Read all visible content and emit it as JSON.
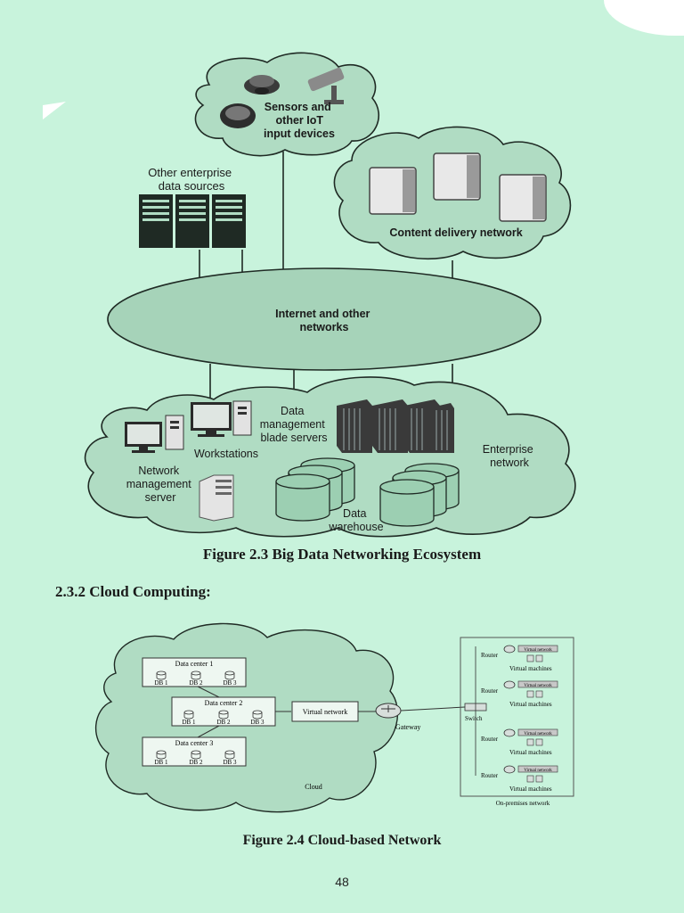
{
  "figure_1": {
    "sensors_label": [
      "Sensors and",
      "other IoT",
      "input devices"
    ],
    "enterprise_sources_label": [
      "Other enterprise",
      "data sources"
    ],
    "cdn_label": "Content delivery network",
    "internet_label": [
      "Internet and other",
      "networks"
    ],
    "dm_label": [
      "Data",
      "management",
      "blade servers"
    ],
    "workstations_label": "Workstations",
    "nms_label": [
      "Network",
      "management",
      "server"
    ],
    "enterprise_network_label": [
      "Enterprise",
      "network"
    ],
    "warehouse_label": [
      "Data",
      "warehouse"
    ],
    "caption": "Figure 2.3 Big Data Networking Ecosystem"
  },
  "section_heading": "2.3.2 Cloud Computing:",
  "figure_2": {
    "datacenters": [
      {
        "name": "Data center 1",
        "dbs": [
          "DB 1",
          "DB 2",
          "DB 3"
        ]
      },
      {
        "name": "Data center 2",
        "dbs": [
          "DB 1",
          "DB 2",
          "DB 3"
        ]
      },
      {
        "name": "Data center 3",
        "dbs": [
          "DB 1",
          "DB 2",
          "DB 3"
        ]
      }
    ],
    "virtual_network_label": "Virtual network",
    "gateway_label": "Gateway",
    "cloud_label": "Cloud",
    "switch_label": "Switch",
    "router_label": "Router",
    "vm_label": "Virtual machines",
    "vnet_tag": "Virtual network",
    "onprem_label": "On-premises network",
    "caption": "Figure 2.4 Cloud-based Network"
  },
  "page_number": "48",
  "colors": {
    "page": "#c8f3dc",
    "cloud_fill": "#b0dcc3",
    "ellipse_fill": "#a6d3b9",
    "stroke": "#1f2a24"
  }
}
